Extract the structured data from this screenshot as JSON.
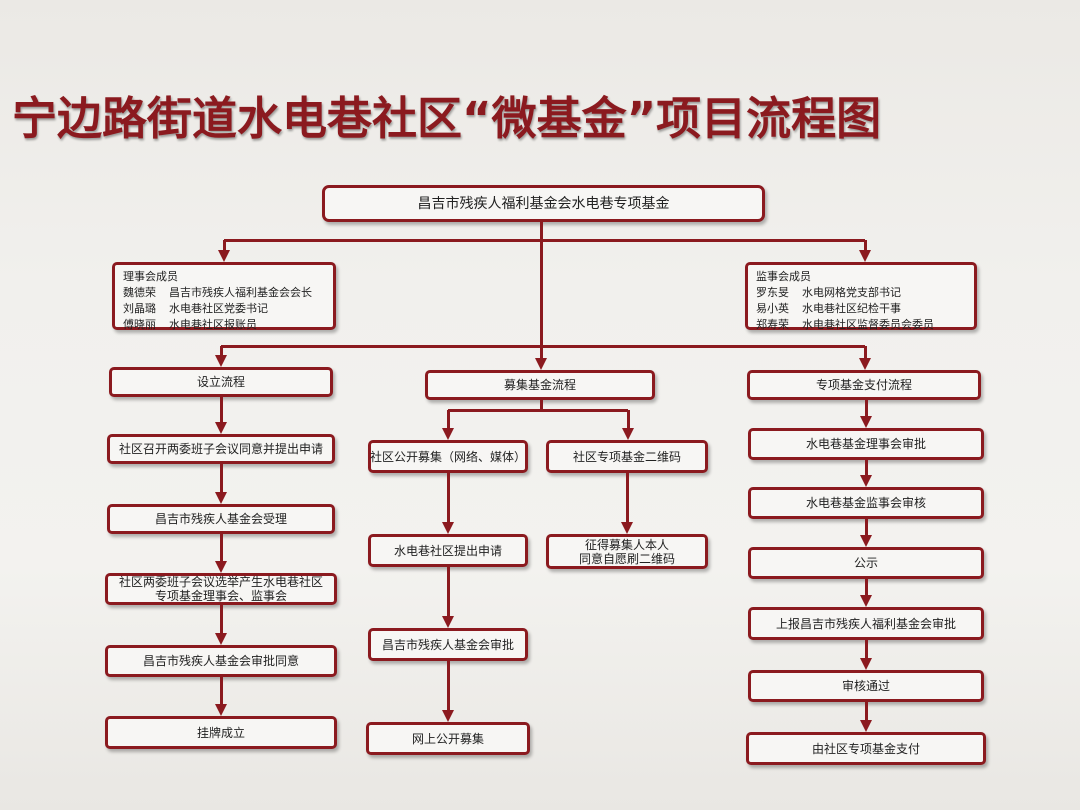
{
  "title": "宁边路街道水电巷社区“微基金”项目流程图",
  "root": "昌吉市残疾人福利基金会水电巷专项基金",
  "council": {
    "heading": "理事会成员",
    "members": [
      {
        "name": "魏德荣",
        "role": "昌吉市残疾人福利基金会会长"
      },
      {
        "name": "刘晶璐",
        "role": "水电巷社区党委书记"
      },
      {
        "name": "傅晓丽",
        "role": "水电巷社区报账员"
      }
    ]
  },
  "supervisors": {
    "heading": "监事会成员",
    "members": [
      {
        "name": "罗东旻",
        "role": "水电网格党支部书记"
      },
      {
        "name": "易小英",
        "role": "水电巷社区纪检干事"
      },
      {
        "name": "郑寿荣",
        "role": "水电巷社区监督委员会委员"
      }
    ]
  },
  "setup": {
    "header": "设立流程",
    "steps": [
      "社区召开两委班子会议同意并提出申请",
      "昌吉市残疾人基金会受理",
      "社区两委班子会议选举产生水电巷社区|专项基金理事会、监事会",
      "昌吉市残疾人基金会审批同意",
      "挂牌成立"
    ]
  },
  "fundraise": {
    "header": "募集基金流程",
    "left": [
      "社区公开募集（网络、媒体）",
      "水电巷社区提出申请",
      "昌吉市残疾人基金会审批",
      "网上公开募集"
    ],
    "right": [
      "社区专项基金二维码",
      "征得募集人本人|同意自愿刷二维码"
    ]
  },
  "payment": {
    "header": "专项基金支付流程",
    "steps": [
      "水电巷基金理事会审批",
      "水电巷基金监事会审核",
      "公示",
      "上报昌吉市残疾人福利基金会审批",
      "审核通过",
      "由社区专项基金支付"
    ]
  }
}
